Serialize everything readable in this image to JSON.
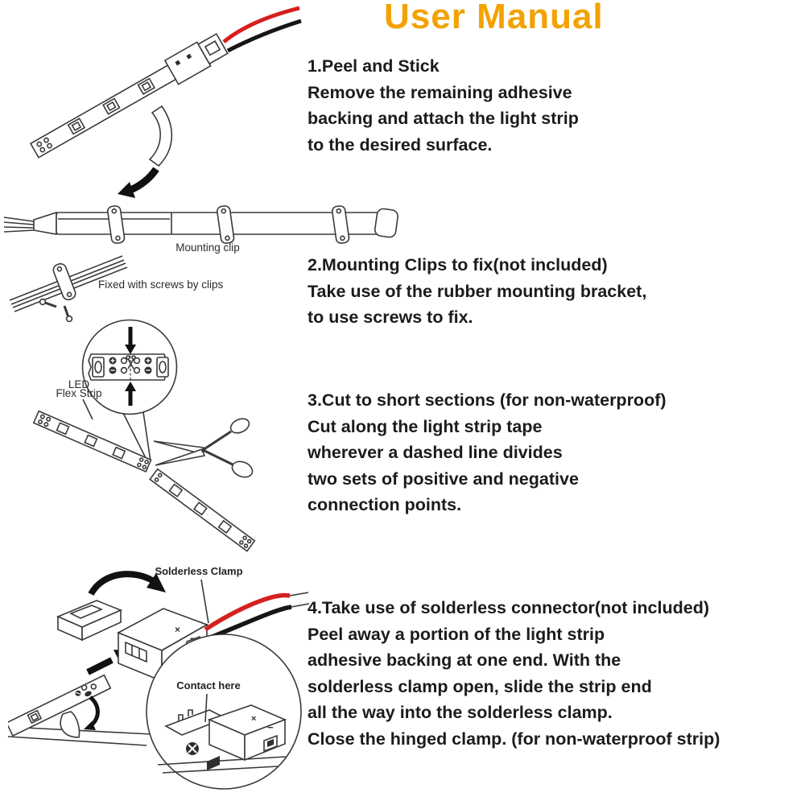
{
  "title": "User Manual",
  "colors": {
    "title_accent": "#F2A202",
    "body_text": "#1b1b1b",
    "line_art": "#3a3a3a",
    "wire_red": "#d61f1f",
    "wire_black": "#161616"
  },
  "sections": [
    {
      "heading": "1.Peel and Stick",
      "lines": [
        "Remove the remaining adhesive",
        "backing and attach the light strip",
        "to the desired surface."
      ]
    },
    {
      "heading": "2.Mounting Clips to fix(not included)",
      "lines": [
        "Take use of the rubber mounting bracket,",
        "to use screws to fix."
      ]
    },
    {
      "heading": "3.Cut to short sections (for non-waterproof)",
      "lines": [
        "Cut along the light strip tape",
        "wherever a dashed line divides",
        "two sets of positive and negative",
        "connection points."
      ]
    },
    {
      "heading": "4.Take use of solderless connector(not included)",
      "lines": [
        "Peel away a portion of the light strip",
        "adhesive backing at one end. With the",
        "solderless clamp open, slide the strip end",
        "all the way into the solderless clamp.",
        "Close the hinged clamp. (for non-waterproof strip)"
      ]
    }
  ],
  "diagrams": {
    "mounting": {
      "clip_label": "Mounting clip",
      "screws_label": "Fixed with screws by clips"
    },
    "cut": {
      "strip_label_line1": "LED",
      "strip_label_line2": "Flex Strip"
    },
    "solderless": {
      "clamp_label": "Solderless Clamp",
      "contact_label": "Contact here",
      "mark_times": "×",
      "mark_minus": "−"
    }
  }
}
